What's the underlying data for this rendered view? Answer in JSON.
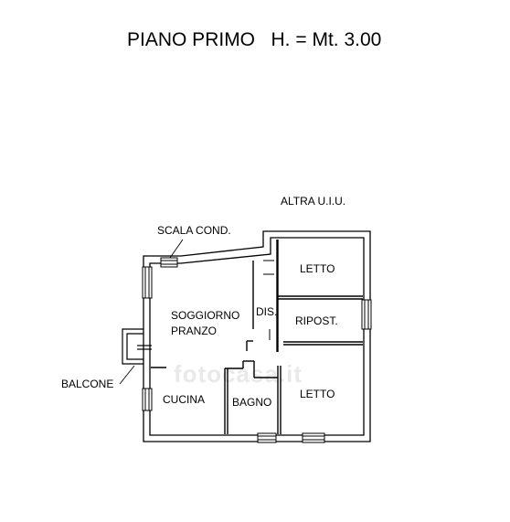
{
  "title": "PIANO PRIMO   H. = Mt. 3.00",
  "neighbors": {
    "altra_uiu": "ALTRA U.I.U.",
    "scala": "SCALA COND."
  },
  "balcone": "BALCONE",
  "rooms": {
    "letto_1": "LETTO",
    "ripostiglio": "RIPOST.",
    "disimpegno": "DIS.",
    "soggiorno": "SOGGIORNO",
    "pranzo": "PRANZO",
    "cucina": "CUCINA",
    "bagno": "BAGNO",
    "letto_2": "LETTO"
  },
  "watermark": "fotocasa.it"
}
